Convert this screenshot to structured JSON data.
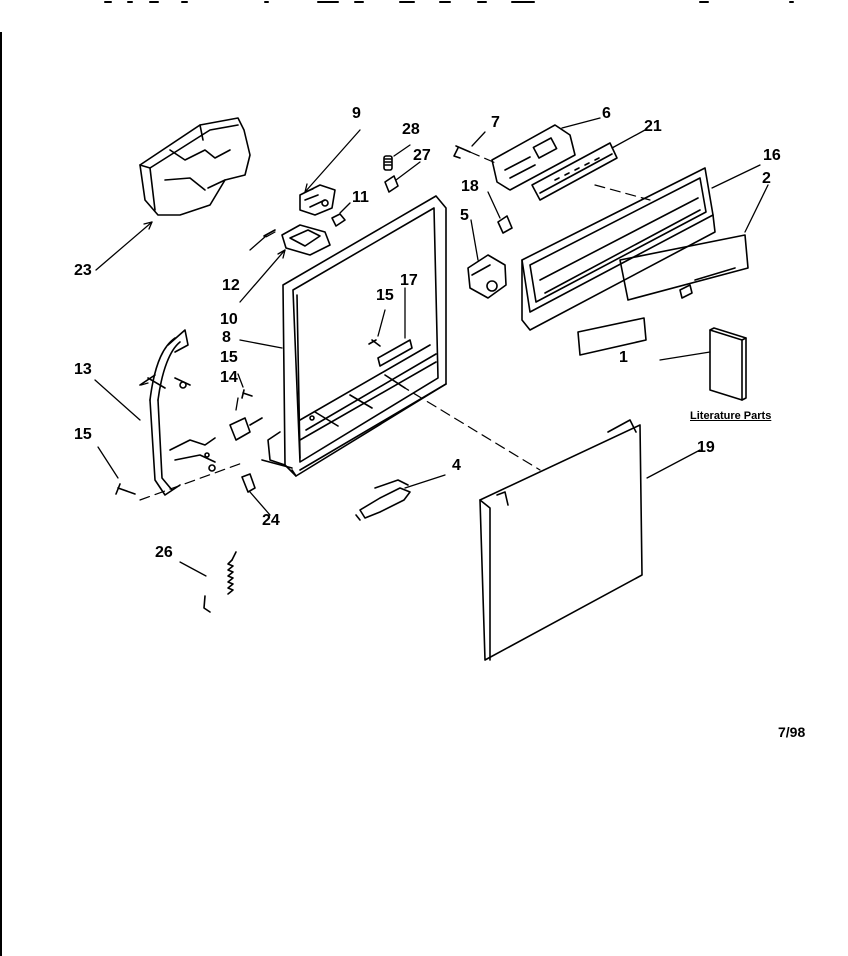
{
  "callouts": {
    "c1": "1",
    "c2": "2",
    "c4": "4",
    "c5": "5",
    "c6": "6",
    "c7": "7",
    "c8": "8",
    "c9": "9",
    "c10": "10",
    "c11": "11",
    "c12": "12",
    "c13": "13",
    "c14": "14",
    "c15a": "15",
    "c15b": "15",
    "c15c": "15",
    "c16": "16",
    "c17": "17",
    "c18": "18",
    "c19": "19",
    "c21": "21",
    "c23": "23",
    "c24": "24",
    "c26": "26",
    "c27": "27",
    "c28": "28"
  },
  "literature_label": "Literature Parts",
  "date_code": "7/98"
}
